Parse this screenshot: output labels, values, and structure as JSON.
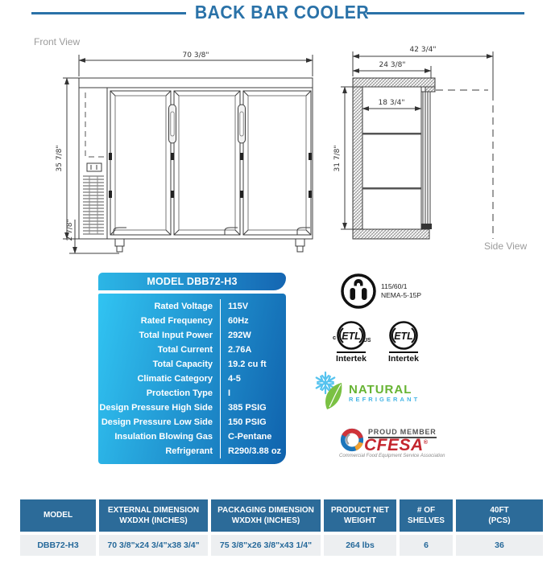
{
  "title": "BACK BAR COOLER",
  "views": {
    "front_label": "Front View",
    "side_label": "Side View"
  },
  "front_dims": {
    "width": "70 3/8\"",
    "height": "35 7/8\"",
    "base": "2 7/8\""
  },
  "side_dims": {
    "overall_depth": "42 3/4\"",
    "body_depth": "24 3/8\"",
    "interior_depth": "18 3/4\"",
    "interior_height": "31 7/8\""
  },
  "spec_table": {
    "title": "MODEL DBB72-H3",
    "rows": [
      {
        "label": "Rated Voltage",
        "value": "115V"
      },
      {
        "label": "Rated Frequency",
        "value": "60Hz"
      },
      {
        "label": "Total Input Power",
        "value": "292W"
      },
      {
        "label": "Total Current",
        "value": "2.76A"
      },
      {
        "label": "Total Capacity",
        "value": "19.2 cu ft"
      },
      {
        "label": "Climatic Category",
        "value": "4-5"
      },
      {
        "label": "Protection Type",
        "value": "I"
      },
      {
        "label": "Design Pressure High Side",
        "value": "385 PSIG"
      },
      {
        "label": "Design Pressure Low Side",
        "value": "150 PSIG"
      },
      {
        "label": "Insulation Blowing Gas",
        "value": "C-Pentane"
      },
      {
        "label": "Refrigerant",
        "value": "R290/3.88 oz"
      }
    ]
  },
  "certifications": {
    "plug": {
      "line1": "115/60/1",
      "line2": "NEMA-5-15P"
    },
    "etl_us": {
      "mark": "ETL",
      "left": "c",
      "right": "US",
      "brand": "Intertek"
    },
    "etl": {
      "mark": "ETL",
      "brand": "Intertek"
    },
    "natural_refrigerant": {
      "line1": "NATURAL",
      "line2": "REFRIGERANT"
    },
    "cfesa": {
      "member": "PROUD MEMBER",
      "name": "CFESA",
      "reg": "®",
      "tagline": "Commercial Food Equipment Service Association"
    }
  },
  "bottom_table": {
    "headers": [
      {
        "line1": "MODEL",
        "line2": ""
      },
      {
        "line1": "EXTERNAL DIMENSION",
        "line2": "WXDXH (INCHES)"
      },
      {
        "line1": "PACKAGING DIMENSION",
        "line2": "WXDXH (INCHES)"
      },
      {
        "line1": "PRODUCT NET",
        "line2": "WEIGHT"
      },
      {
        "line1": "# OF",
        "line2": "SHELVES"
      },
      {
        "line1": "40FT",
        "line2": "(PCS)"
      }
    ],
    "values": [
      "DBB72-H3",
      "70 3/8\"x24 3/4\"x38 3/4\"",
      "75 3/8\"x26 3/8\"x43 1/4\"",
      "264 lbs",
      "6",
      "36"
    ]
  },
  "colors": {
    "accent_blue": "#2a72a8",
    "spec_gradient_start": "#31c4f2",
    "spec_gradient_end": "#1062ad",
    "table_header_bg": "#2c6b99",
    "table_row_bg": "#edeff1",
    "natural_green": "#66b332",
    "natural_blue": "#45b5e5",
    "cfesa_red": "#c4262e"
  }
}
